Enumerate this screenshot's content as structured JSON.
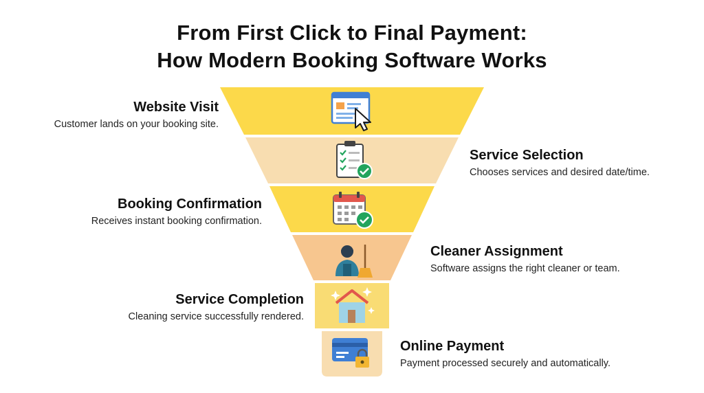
{
  "title": {
    "line1": "From First Click to Final Payment:",
    "line2": "How Modern Booking Software Works"
  },
  "colors": {
    "yellow": "#fcd94a",
    "peach": "#f8ddb0",
    "orange_peach": "#f7c68f",
    "light_yellow": "#f9dc74",
    "icon_blue": "#3f7fd4",
    "check_green": "#22a45d"
  },
  "steps": [
    {
      "name": "Website Visit",
      "desc": "Customer lands on your booking site.",
      "icon": "browser-cursor-icon",
      "color": "#fcd94a"
    },
    {
      "name": "Service Selection",
      "desc": "Chooses services and desired date/time.",
      "icon": "checklist-clipboard-icon",
      "color": "#f8ddb0"
    },
    {
      "name": "Booking Confirmation",
      "desc": "Receives instant booking confirmation.",
      "icon": "calendar-check-icon",
      "color": "#fcd94a"
    },
    {
      "name": "Cleaner Assignment",
      "desc": "Software assigns the right cleaner or team.",
      "icon": "cleaner-broom-icon",
      "color": "#f7c68f"
    },
    {
      "name": "Service Completion",
      "desc": "Cleaning service successfully rendered.",
      "icon": "sparkling-house-icon",
      "color": "#fcd94a"
    },
    {
      "name": "Online Payment",
      "desc": "Payment processed securely and automatically.",
      "icon": "credit-card-lock-icon",
      "color": "#f8ddb0"
    }
  ]
}
